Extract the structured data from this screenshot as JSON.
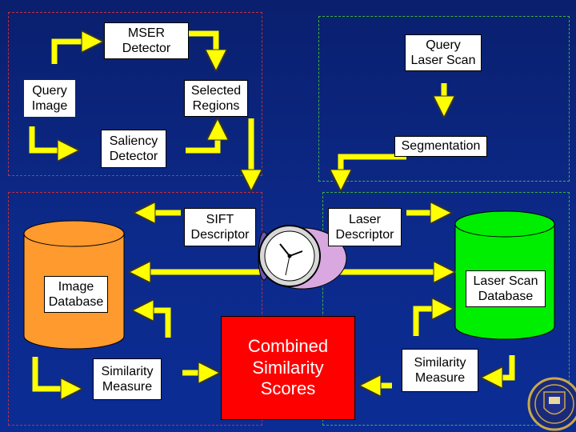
{
  "nodes": {
    "mser": "MSER\nDetector",
    "query_image": "Query\nImage",
    "selected_regions": "Selected\nRegions",
    "saliency": "Saliency\nDetector",
    "query_laser": "Query\nLaser Scan",
    "segmentation": "Segmentation",
    "sift": "SIFT\nDescriptor",
    "laser_desc": "Laser\nDescriptor",
    "image_db": "Image\nDatabase",
    "laser_db": "Laser Scan\nDatabase",
    "sim_left": "Similarity\nMeasure",
    "sim_right": "Similarity\nMeasure",
    "combined": "Combined\nSimilarity\nScores"
  },
  "colors": {
    "arrow": "#ffff00",
    "region_red": "#c03040",
    "region_green": "#40b040",
    "image_db": "#ff9a2e",
    "laser_db": "#00ee00",
    "combined": "#ff0000"
  },
  "icons": {
    "clock": "clock-icon",
    "crest": "university-crest-icon"
  }
}
